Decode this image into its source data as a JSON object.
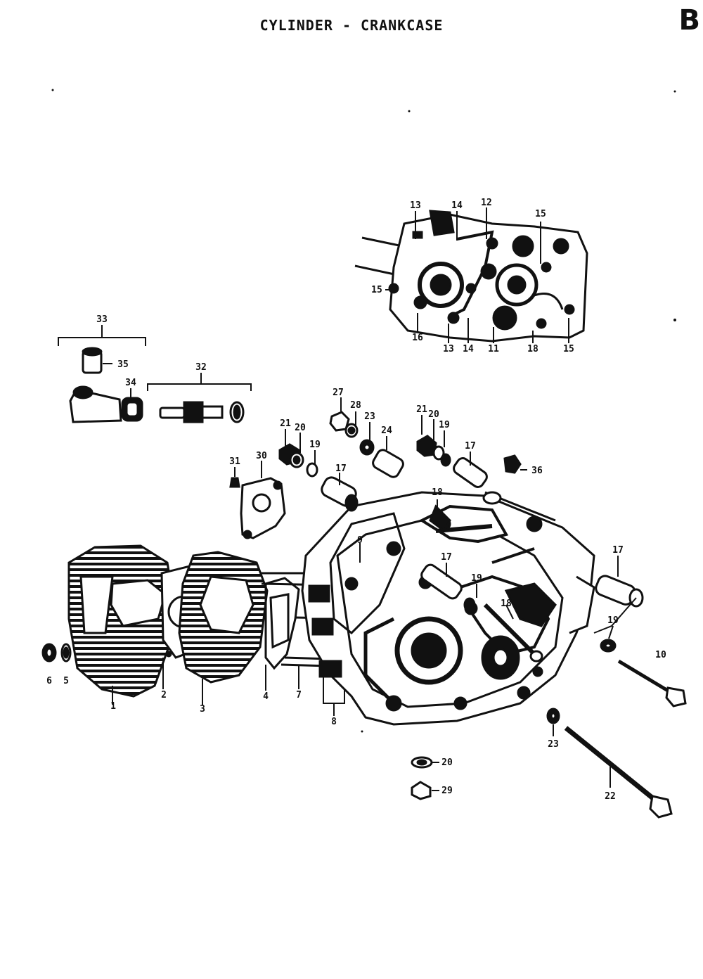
{
  "header": {
    "title": "CYLINDER - CRANKCASE",
    "section_letter": "B"
  },
  "callouts": [
    {
      "id": "c1",
      "text": "1"
    },
    {
      "id": "c2",
      "text": "2"
    },
    {
      "id": "c3",
      "text": "3"
    },
    {
      "id": "c4",
      "text": "4"
    },
    {
      "id": "c5",
      "text": "5"
    },
    {
      "id": "c6",
      "text": "6"
    },
    {
      "id": "c7",
      "text": "7"
    },
    {
      "id": "c8",
      "text": "8"
    },
    {
      "id": "c9",
      "text": "9"
    },
    {
      "id": "c10",
      "text": "10"
    },
    {
      "id": "c11",
      "text": "11"
    },
    {
      "id": "c12",
      "text": "12"
    },
    {
      "id": "c13a",
      "text": "13"
    },
    {
      "id": "c13b",
      "text": "13"
    },
    {
      "id": "c14a",
      "text": "14"
    },
    {
      "id": "c14b",
      "text": "14"
    },
    {
      "id": "c15a",
      "text": "15"
    },
    {
      "id": "c15b",
      "text": "15"
    },
    {
      "id": "c15c",
      "text": "15"
    },
    {
      "id": "c16",
      "text": "16"
    },
    {
      "id": "c17a",
      "text": "17"
    },
    {
      "id": "c17b",
      "text": "17"
    },
    {
      "id": "c17c",
      "text": "17"
    },
    {
      "id": "c17d",
      "text": "17"
    },
    {
      "id": "c18a",
      "text": "18"
    },
    {
      "id": "c18b",
      "text": "18"
    },
    {
      "id": "c18c",
      "text": "18"
    },
    {
      "id": "c18d",
      "text": "18"
    },
    {
      "id": "c19a",
      "text": "19"
    },
    {
      "id": "c19b",
      "text": "19"
    },
    {
      "id": "c19c",
      "text": "19"
    },
    {
      "id": "c19d",
      "text": "19"
    },
    {
      "id": "c20a",
      "text": "20"
    },
    {
      "id": "c20b",
      "text": "20"
    },
    {
      "id": "c20c",
      "text": "20"
    },
    {
      "id": "c21a",
      "text": "21"
    },
    {
      "id": "c21b",
      "text": "21"
    },
    {
      "id": "c22",
      "text": "22"
    },
    {
      "id": "c23a",
      "text": "23"
    },
    {
      "id": "c23b",
      "text": "23"
    },
    {
      "id": "c24",
      "text": "24"
    },
    {
      "id": "c27",
      "text": "27"
    },
    {
      "id": "c28",
      "text": "28"
    },
    {
      "id": "c29",
      "text": "29"
    },
    {
      "id": "c30",
      "text": "30"
    },
    {
      "id": "c31",
      "text": "31"
    },
    {
      "id": "c32",
      "text": "32"
    },
    {
      "id": "c33",
      "text": "33"
    },
    {
      "id": "c34",
      "text": "34"
    },
    {
      "id": "c35",
      "text": "35"
    },
    {
      "id": "c36",
      "text": "36"
    },
    {
      "id": "c15d",
      "text": "15"
    }
  ]
}
